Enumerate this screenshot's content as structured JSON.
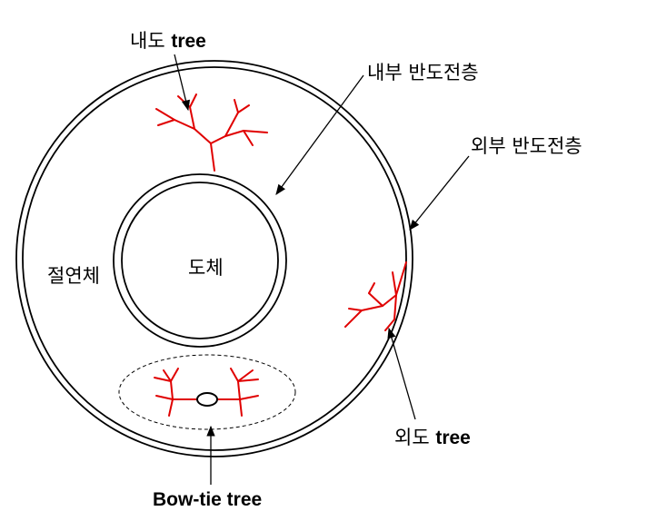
{
  "labels": {
    "inner_tree": {
      "ko": "내도",
      "en": "tree"
    },
    "inner_semiconductive_layer": "내부 반도전층",
    "outer_semiconductive_layer": "외부 반도전층",
    "insulator": "절연체",
    "conductor": "도체",
    "outer_tree": {
      "ko": "외도",
      "en": "tree"
    },
    "bow_tie_tree": "Bow-tie tree"
  },
  "colors": {
    "tree": "#e00000",
    "outline": "#000000"
  }
}
